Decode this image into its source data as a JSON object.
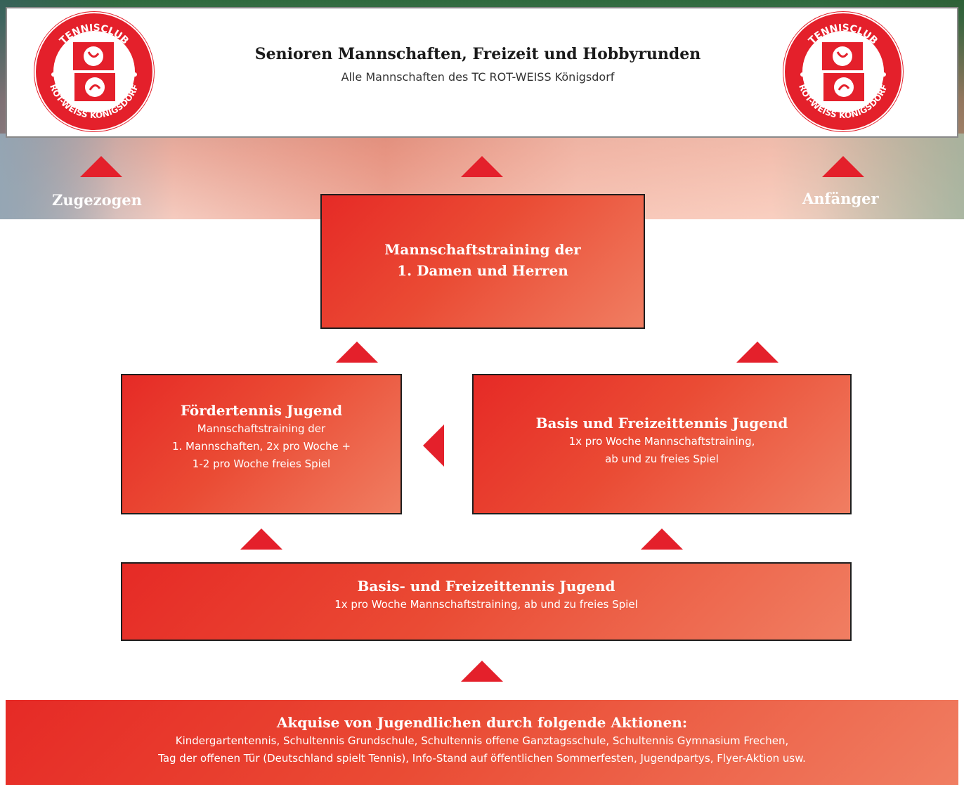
{
  "header": {
    "title": "Senioren Mannschaften, Freizeit und Hobbyrunden",
    "subtitle": "Alle Mannschaften des TC ROT-WEISS Königsdorf"
  },
  "logo": {
    "top_text": "TENNISCLUB",
    "bottom_text": "ROT-WEISS KÖNIGSDORF"
  },
  "labels": {
    "left": "Zugezogen",
    "right": "Anfänger"
  },
  "boxes": {
    "main": {
      "title_line1": "Mannschaftstraining der",
      "title_line2": "1. Damen und Herren"
    },
    "foerder": {
      "title": "Fördertennis Jugend",
      "line1": "Mannschaftstraining der",
      "line2": "1. Mannschaften, 2x pro Woche +",
      "line3": "1-2 pro Woche freies Spiel"
    },
    "basis_right": {
      "title": "Basis und Freizeittennis Jugend",
      "line1": "1x pro Woche Mannschaftstraining,",
      "line2": "ab und zu freies Spiel"
    },
    "basis_bottom": {
      "title": "Basis- und Freizeittennis Jugend",
      "line1": "1x pro Woche Mannschaftstraining, ab und zu freies Spiel"
    },
    "akquise": {
      "title": "Akquise von Jugendlichen durch folgende Aktionen:",
      "line1": "Kindergartentennis, Schultennis Grundschule, Schultennis offene Ganztagsschule, Schultennis Gymnasium Frechen,",
      "line2": "Tag der offenen Tür (Deutschland spielt Tennis), Info-Stand auf öffentlichen Sommerfesten, Jugendpartys, Flyer-Aktion usw."
    }
  },
  "colors": {
    "accent": "#e4202b",
    "box_gradient_start": "#e62a26",
    "box_gradient_end": "#f07e62"
  }
}
